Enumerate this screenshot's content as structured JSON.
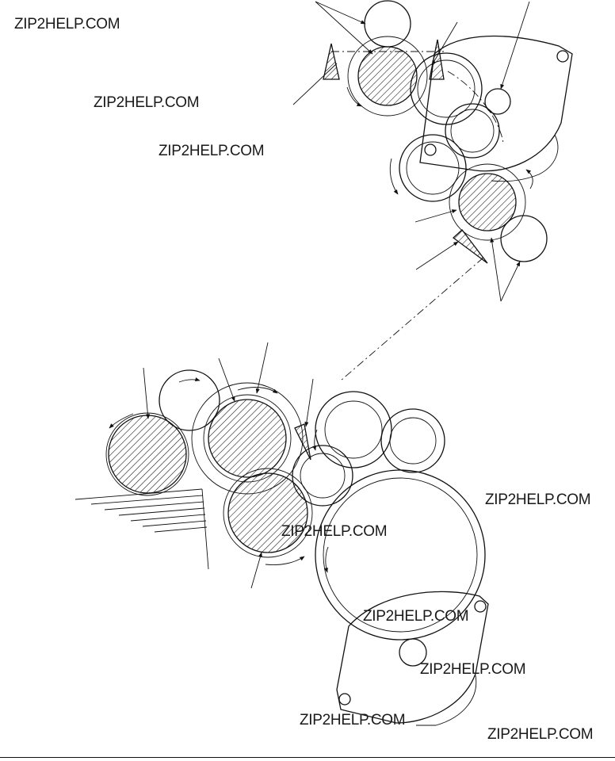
{
  "watermarks": [
    "ZIP2HELP.COM",
    "ZIP2HELP.COM",
    "ZIP2HELP.COM",
    "ZIP2HELP.COM",
    "ZIP2HELP.COM",
    "ZIP2HELP.COM",
    "ZIP2HELP.COM",
    "ZIP2HELP.COM",
    "ZIP2HELP.COM"
  ],
  "colors": {
    "ink": "#111111",
    "background": "#ffffff"
  }
}
